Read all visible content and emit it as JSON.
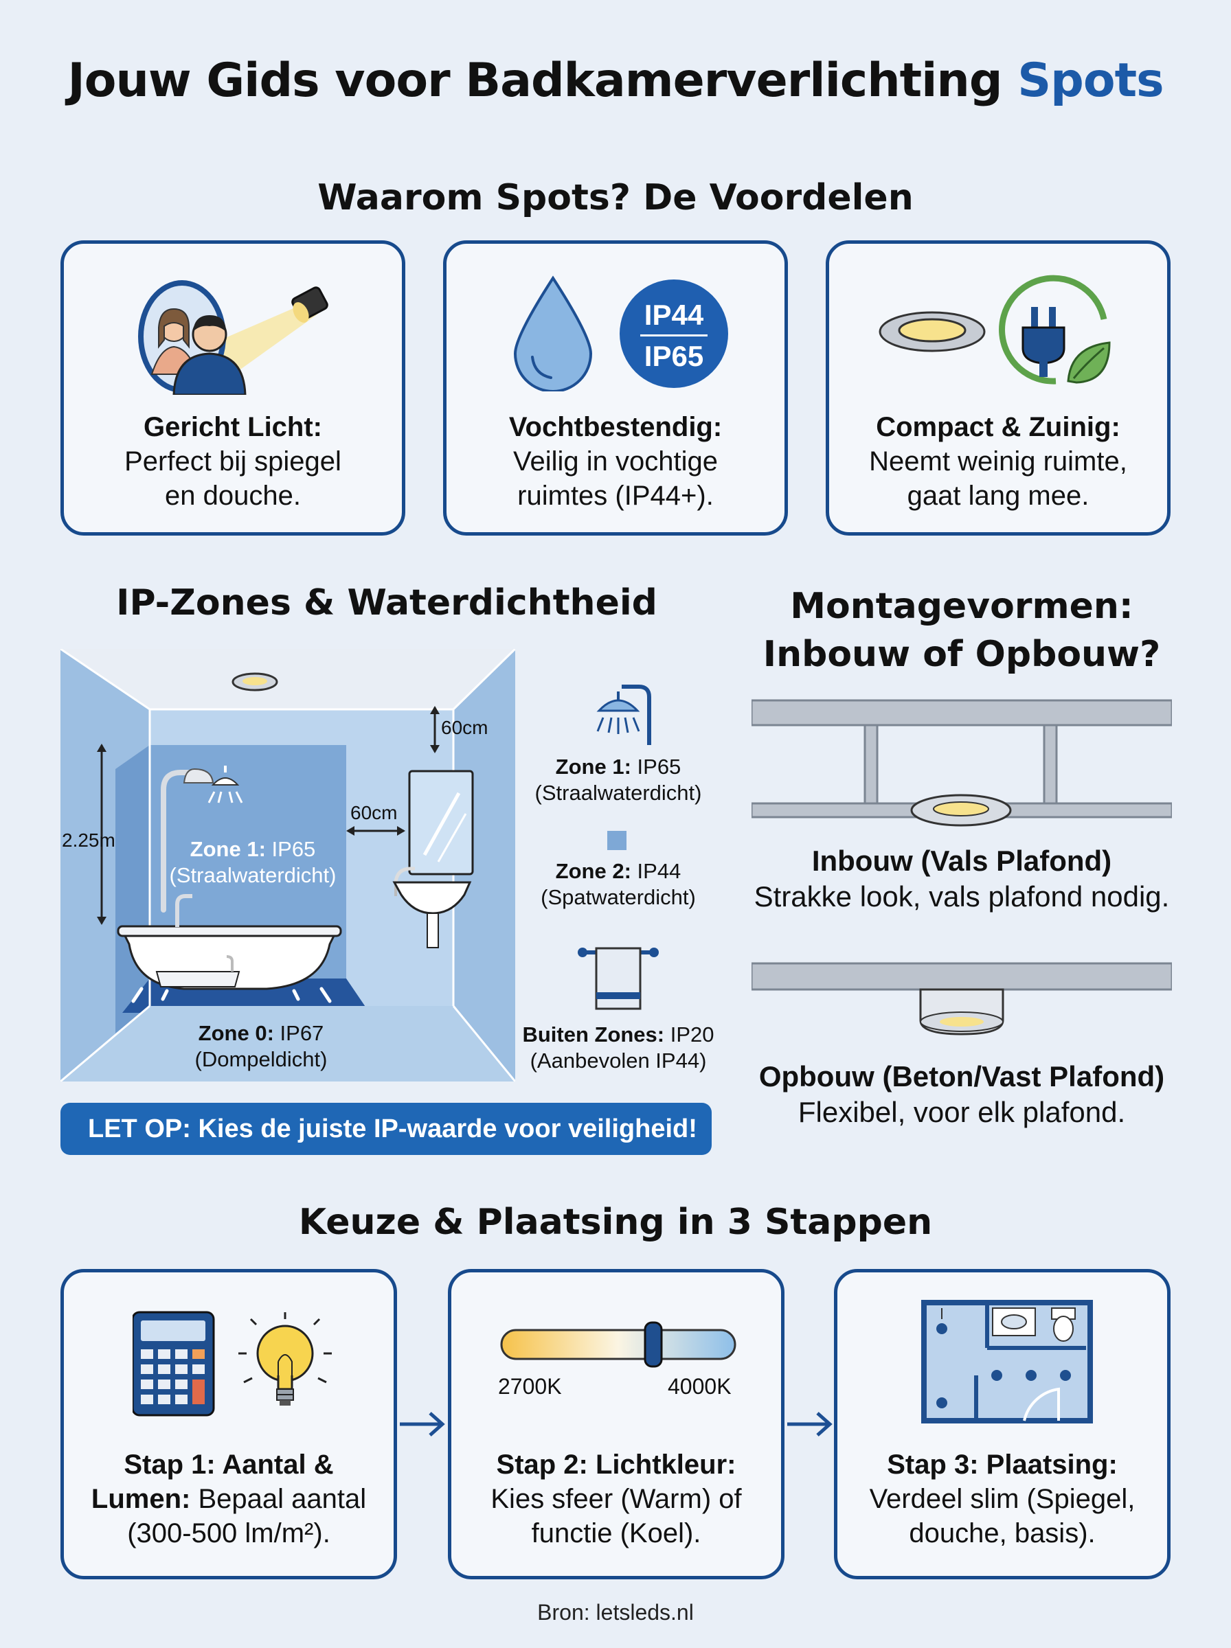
{
  "title": {
    "main": "Jouw Gids voor Badkamerverlichting",
    "accent": "Spots"
  },
  "benefits": {
    "heading": "Waarom Spots? De Voordelen",
    "cards": [
      {
        "title": "Gericht Licht:",
        "line1": "Perfect bij spiegel",
        "line2": "en douche.",
        "icon": "mirror-spotlight-icon"
      },
      {
        "title": "Vochtbestendig:",
        "line1": "Veilig in vochtige",
        "line2": "ruimtes (IP44+).",
        "icon": "water-drop-icon",
        "badge_top": "IP44",
        "badge_bottom": "IP65"
      },
      {
        "title": "Compact & Zuinig:",
        "line1": "Neemt weinig ruimte,",
        "line2": "gaat lang mee.",
        "icon": "eco-plug-icon"
      }
    ]
  },
  "ipzones": {
    "heading": "IP-Zones & Waterdichtheid",
    "dim_height": "2.25m",
    "dim_ceiling": "60cm",
    "dim_side": "60cm",
    "zone1_title": "Zone 1:",
    "zone1_value": "IP65",
    "zone1_sub": "(Straalwaterdicht)",
    "zone0_title": "Zone 0:",
    "zone0_value": "IP67",
    "zone0_sub": "(Dompeldicht)",
    "legend": [
      {
        "title": "Zone 1:",
        "value": "IP65",
        "sub": "(Straalwaterdicht)",
        "icon": "shower-head-icon"
      },
      {
        "title": "Zone 2:",
        "value": "IP44",
        "sub": "(Spatwaterdicht)",
        "icon": "zone2-square-icon"
      },
      {
        "title": "Buiten Zones:",
        "value": "IP20",
        "sub": "(Aanbevolen IP44)",
        "icon": "towel-rack-icon"
      }
    ],
    "warning": "LET OP: Kies de juiste IP-waarde voor veiligheid!"
  },
  "mounting": {
    "heading_line1": "Montagevormen:",
    "heading_line2": "Inbouw of Opbouw?",
    "inbouw_title": "Inbouw (Vals Plafond)",
    "inbouw_text": "Strakke look, vals plafond nodig.",
    "opbouw_title": "Opbouw (Beton/Vast Plafond)",
    "opbouw_text": "Flexibel, voor elk plafond."
  },
  "steps": {
    "heading": "Keuze & Plaatsing in 3 Stappen",
    "items": [
      {
        "title": "Stap 1: Aantal &",
        "title2": "Lumen:",
        "text1": " Bepaal aantal",
        "text2": "(300-500 lm/m²).",
        "icon": "calculator-bulb-icon"
      },
      {
        "title": "Stap 2: Lichtkleur:",
        "text1": "Kies sfeer (Warm) of",
        "text2": "functie (Koel).",
        "icon": "color-temperature-slider-icon",
        "warm_label": "2700K",
        "cool_label": "4000K"
      },
      {
        "title": "Stap 3: Plaatsing:",
        "text1": "Verdeel slim (Spiegel,",
        "text2": "douche, basis).",
        "icon": "floor-plan-icon"
      }
    ]
  },
  "source": "Bron: letsleds.nl"
}
